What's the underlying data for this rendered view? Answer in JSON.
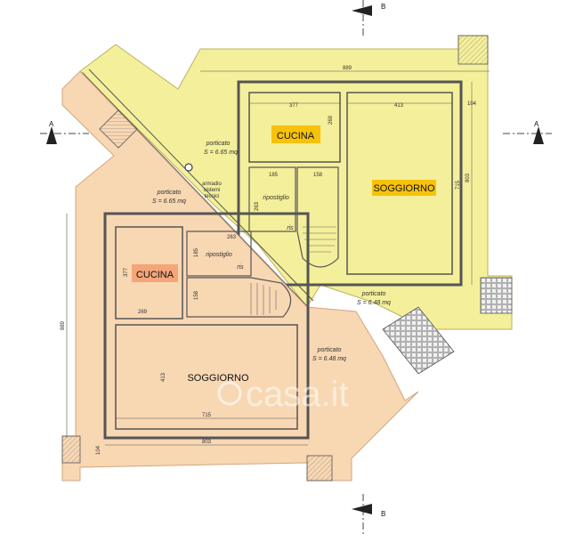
{
  "colors": {
    "upper_fill": "#f4ef9a",
    "lower_fill": "#f8d7b3",
    "room_highlight_upper": "#f6c20c",
    "room_highlight_lower": "#f4a57a",
    "wall": "#555555"
  },
  "section_marks": {
    "top_b": "B",
    "bottom_b": "B",
    "left_a": "A",
    "right_a": "A"
  },
  "upper_unit": {
    "dim_total_width": "889",
    "dim_kitchen_width": "377",
    "dim_living_width": "413",
    "dim_right_small": "104",
    "dim_kitchen_depth": "269",
    "dim_living_depth": "803",
    "dim_living_height": "715",
    "dim_closet_width": "185",
    "dim_stair_width": "158",
    "dim_closet_depth": "263",
    "kitchen_label": "CUCINA",
    "living_label": "SOGGIORNO",
    "closet_label": "ripostiglio",
    "riser_label": "ris",
    "porch_top_label": "porticato",
    "porch_top_area": "S = 6.65 mq",
    "porch_bottom_label": "porticato",
    "porch_bottom_area": "S = 6.48 mq",
    "cabinet_label_1": "armadio",
    "cabinet_label_2": "sistemi",
    "cabinet_label_3": "tecnici"
  },
  "lower_unit": {
    "dim_total_height": "889",
    "dim_kitchen_side": "377",
    "dim_kitchen_width": "269",
    "dim_closet_height": "185",
    "dim_closet_width": "263",
    "dim_stair_height": "158",
    "dim_living_height": "413",
    "dim_living_width": "715",
    "dim_total_width": "803",
    "dim_left_small": "104",
    "kitchen_label": "CUCINA",
    "living_label": "SOGGIORNO",
    "closet_label": "ripostiglio",
    "riser_label": "ris",
    "porch_top_label": "porticato",
    "porch_top_area": "S = 6.65 mq",
    "porch_bottom_label": "porticato",
    "porch_bottom_area": "S = 6.48 mq"
  },
  "watermark": "casa.it"
}
